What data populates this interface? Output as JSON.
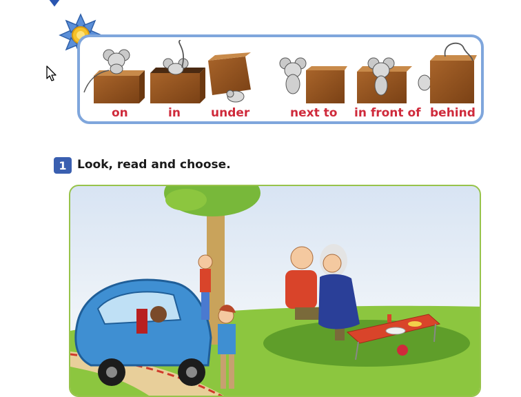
{
  "prepositions": {
    "items": [
      {
        "label": "on"
      },
      {
        "label": "in"
      },
      {
        "label": "under"
      },
      {
        "label": "next to"
      },
      {
        "label": "in front of"
      },
      {
        "label": "behind"
      }
    ]
  },
  "exercise": {
    "number": "1",
    "instruction": "Look, read and choose."
  },
  "colors": {
    "panel_border": "#7fa6dc",
    "label_red": "#cf2a3b",
    "scene_border": "#97c34a",
    "badge_blue": "#3a5fb0"
  }
}
